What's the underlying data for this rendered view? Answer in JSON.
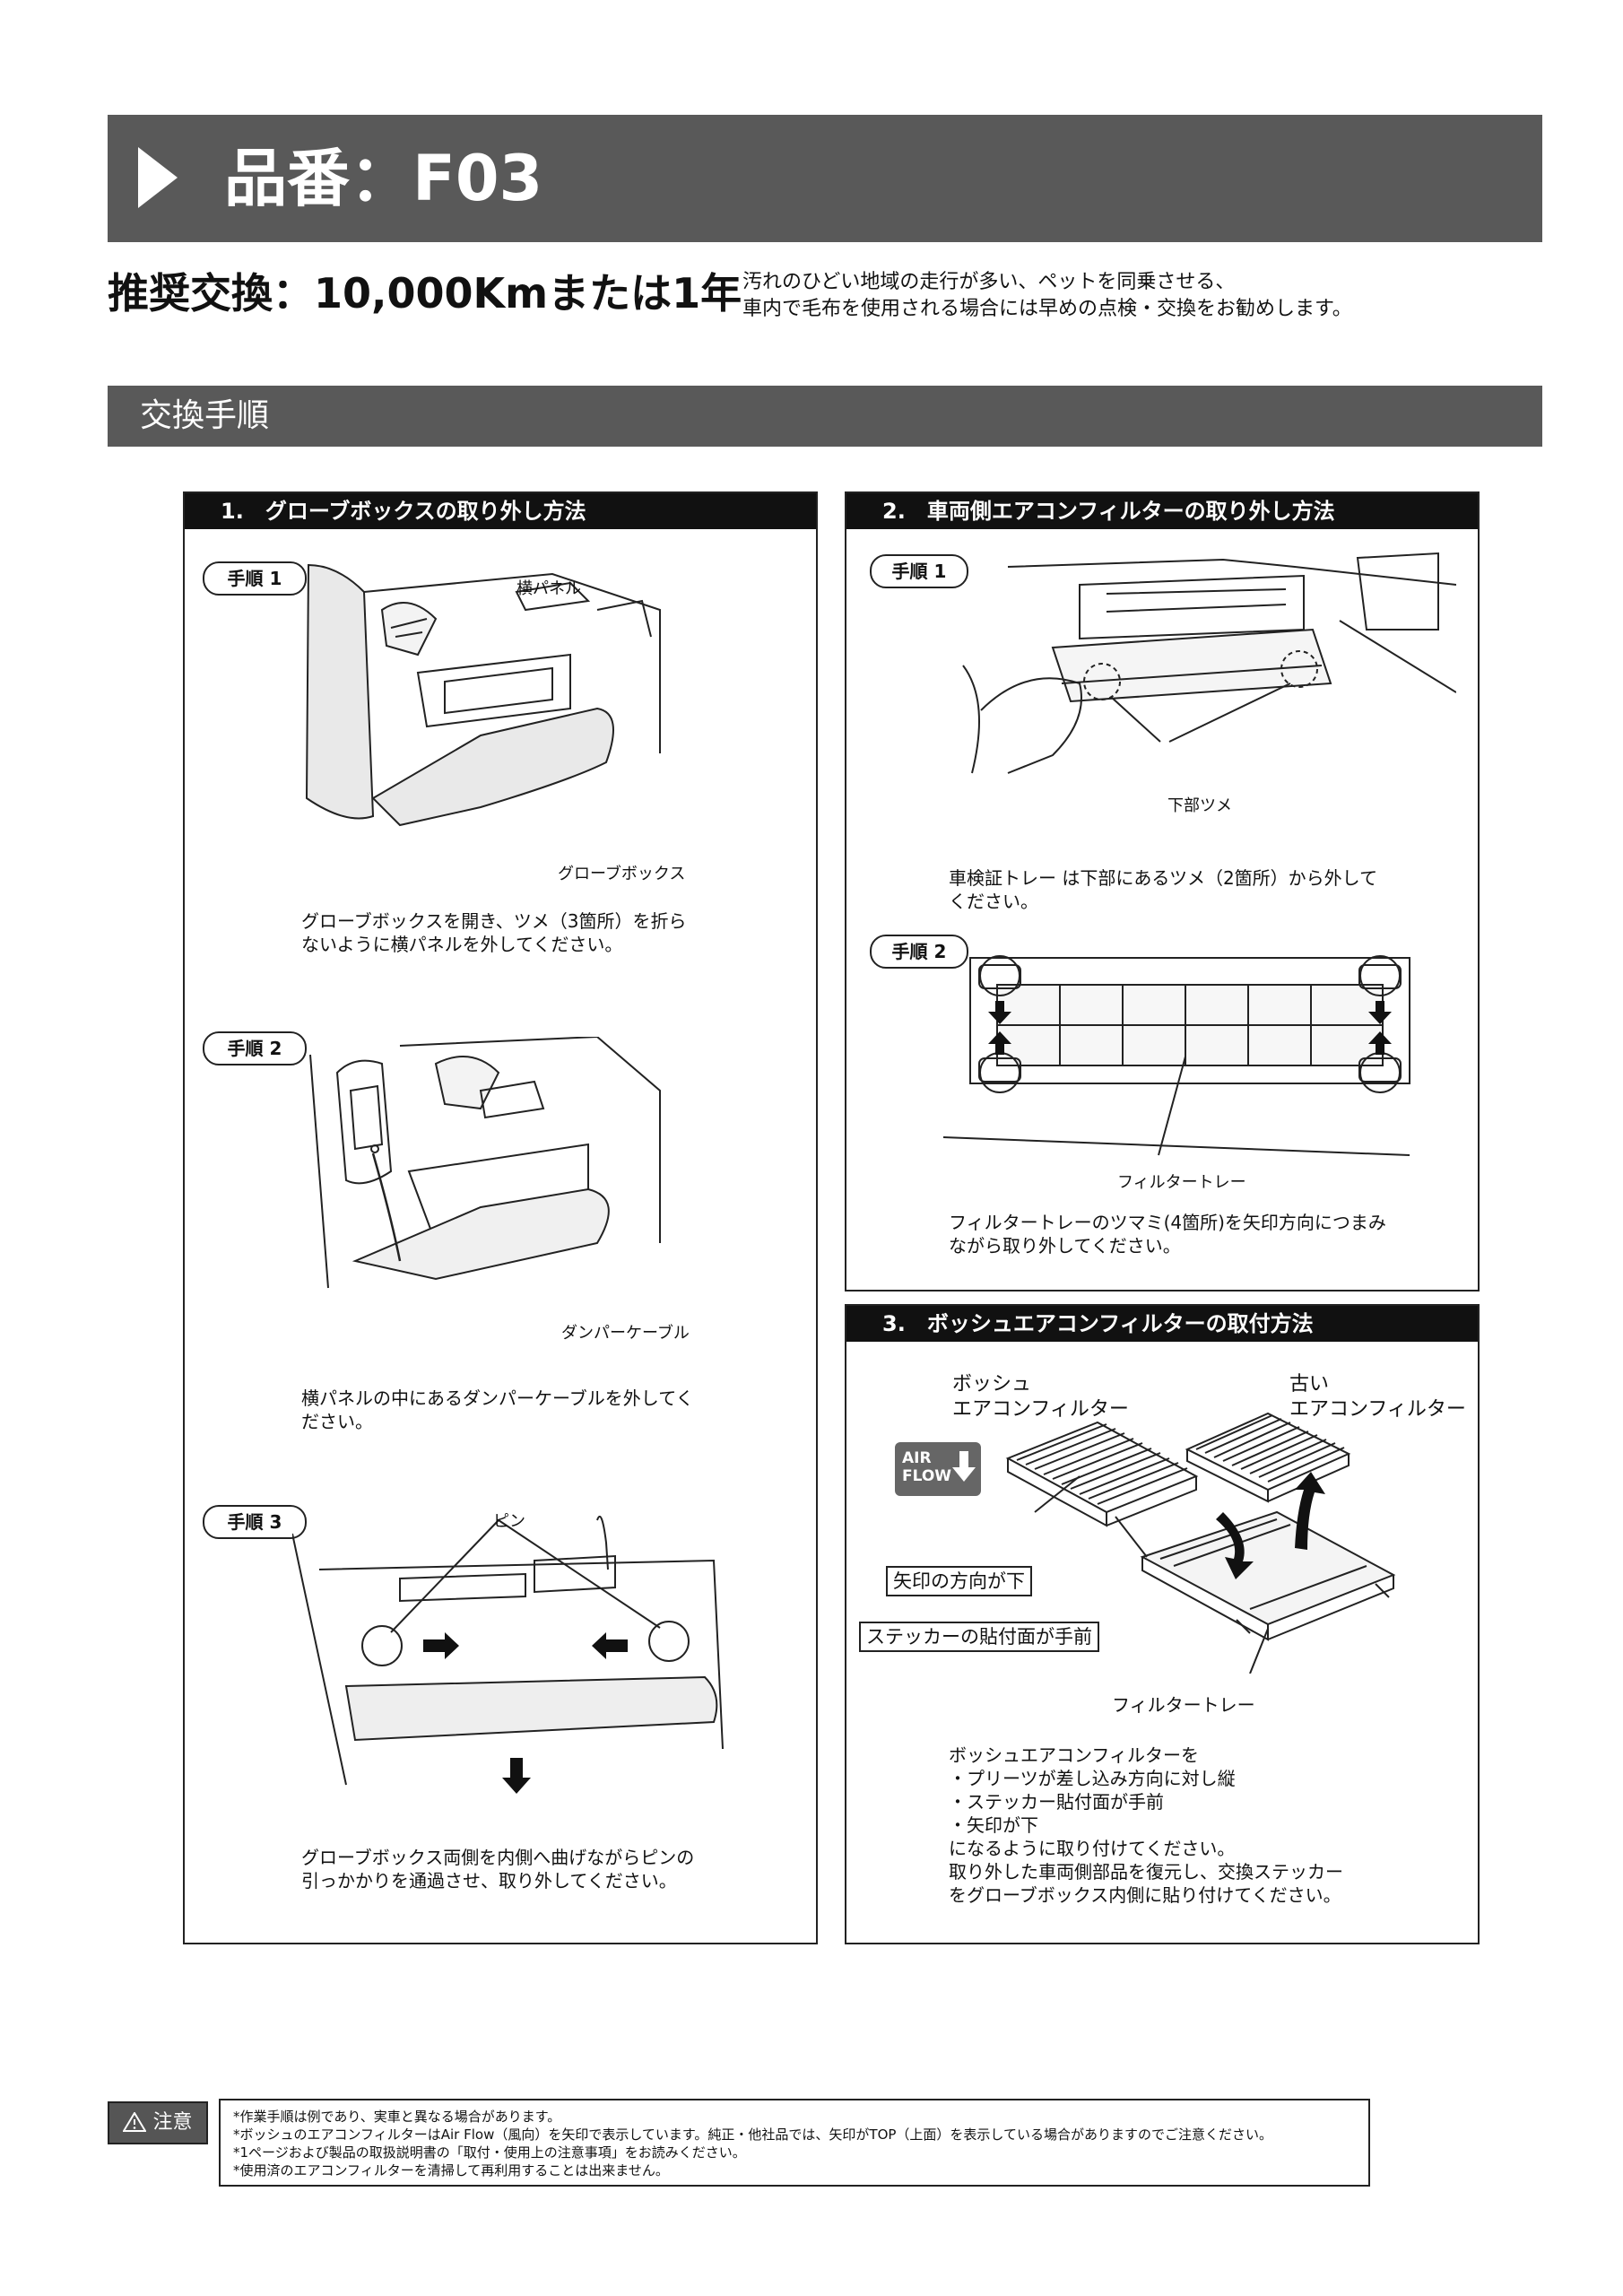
{
  "header": {
    "title": "品番：F03"
  },
  "recommendation": {
    "main": "推奨交換：10,000Kmまたは1年",
    "note_line1": "汚れのひどい地域の走行が多い、ペットを同乗させる、",
    "note_line2": "車内で毛布を使用される場合には早めの点検・交換をお勧めします。"
  },
  "section": {
    "title": "交換手順"
  },
  "panel1": {
    "title": "1.　グローブボックスの取り外し方法",
    "steps": [
      {
        "pill": "手順 1",
        "labels": [
          "横パネル",
          "グローブボックス"
        ],
        "caption_line1": "グローブボックスを開き、ツメ（3箇所）を折ら",
        "caption_line2": "ないように横パネルを外してください。"
      },
      {
        "pill": "手順 2",
        "labels": [
          "ダンパーケーブル"
        ],
        "caption_line1": "横パネルの中にあるダンパーケーブルを外してく",
        "caption_line2": "ださい。"
      },
      {
        "pill": "手順 3",
        "labels": [
          "ピン"
        ],
        "caption_line1": "グローブボックス両側を内側へ曲げながらピンの",
        "caption_line2": "引っかかりを通過させ、取り外してください。"
      }
    ]
  },
  "panel2": {
    "title": "2.　車両側エアコンフィルターの取り外し方法",
    "steps": [
      {
        "pill": "手順 1",
        "labels": [
          "下部ツメ"
        ],
        "caption_line1": "車検証トレー は下部にあるツメ（2箇所）から外して",
        "caption_line2": "ください。"
      },
      {
        "pill": "手順 2",
        "labels": [
          "フィルタートレー"
        ],
        "caption_line1": "フィルタートレーのツマミ(4箇所)を矢印方向につまみ",
        "caption_line2": "ながら取り外してください。"
      }
    ]
  },
  "panel3": {
    "title": "3.　ボッシュエアコンフィルターの取付方法",
    "label_bosch_line1": "ボッシュ",
    "label_bosch_line2": "エアコンフィルター",
    "label_old_line1": "古い",
    "label_old_line2": "エアコンフィルター",
    "airflow_line1": "AIR",
    "airflow_line2": "FLOW",
    "arrow_box": "矢印の方向が下",
    "sticker_box": "ステッカーの貼付面が手前",
    "tray_label": "フィルタートレー",
    "instructions": [
      "ボッシュエアコンフィルターを",
      "・プリーツが差し込み方向に対し縦",
      "・ステッカー貼付面が手前",
      "・矢印が下",
      "になるように取り付けてください。",
      "取り外した車両側部品を復元し、交換ステッカー",
      "をグローブボックス内側に貼り付けてください。"
    ]
  },
  "caution": {
    "tag": "注意",
    "lines": [
      "*作業手順は例であり、実車と異なる場合があります。",
      "*ボッシュのエアコンフィルターはAir Flow（風向）を矢印で表示しています。純正・他社品では、矢印がTOP（上面）を表示している場合がありますのでご注意ください。",
      "*1ページおよび製品の取扱説明書の「取付・使用上の注意事項」をお読みください。",
      "*使用済のエアコンフィルターを清掃して再利用することは出来ません。"
    ]
  }
}
